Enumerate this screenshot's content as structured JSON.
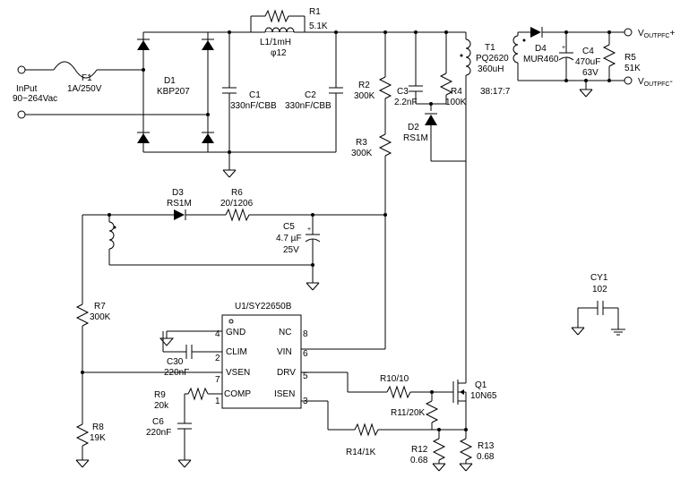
{
  "input": {
    "label": "InPut",
    "range": "90~264Vac"
  },
  "fuse": {
    "ref": "F1",
    "value": "1A/250V"
  },
  "bridge": {
    "ref": "D1",
    "value": "KBP207"
  },
  "r1": {
    "ref": "R1",
    "value": "5.1K"
  },
  "l1": {
    "ref": "L1/1mH",
    "value": "φ12"
  },
  "c1": {
    "ref": "C1",
    "value": "330nF/CBB"
  },
  "c2": {
    "ref": "C2",
    "value": "330nF/CBB"
  },
  "r2": {
    "ref": "R2",
    "value": "300K"
  },
  "r3": {
    "ref": "R3",
    "value": "300K"
  },
  "c3": {
    "ref": "C3",
    "value": "2.2nF"
  },
  "r4": {
    "ref": "R4",
    "value": "100K"
  },
  "d2": {
    "ref": "D2",
    "value": "RS1M"
  },
  "t1": {
    "ref": "T1",
    "core": "PQ2620",
    "inductance": "360uH",
    "ratio": "38:17:7"
  },
  "d4": {
    "ref": "D4",
    "value": "MUR460"
  },
  "c4": {
    "ref": "C4",
    "value": "470uF",
    "voltage": "63V"
  },
  "r5": {
    "ref": "R5",
    "value": "51K"
  },
  "vout_pos": {
    "main": "V",
    "sub": "OUTPFC",
    "sign": "+"
  },
  "vout_neg": {
    "main": "V",
    "sub": "OUTPFC",
    "sign": "-"
  },
  "d3": {
    "ref": "D3",
    "value": "RS1M"
  },
  "r6": {
    "ref": "R6",
    "value": "20/1206"
  },
  "c5": {
    "ref": "C5",
    "value": "4.7 µF",
    "voltage": "25V"
  },
  "r7": {
    "ref": "R7",
    "value": "300K"
  },
  "r8": {
    "ref": "R8",
    "value": "19K"
  },
  "cy1": {
    "ref": "CY1",
    "value": "102"
  },
  "ic": {
    "ref": "U1/SY22650B",
    "pins": [
      {
        "name": "GND",
        "num": "4"
      },
      {
        "name": "CLIM",
        "num": "2"
      },
      {
        "name": "VSEN",
        "num": "7"
      },
      {
        "name": "COMP",
        "num": "1"
      },
      {
        "name": "NC",
        "num": "8"
      },
      {
        "name": "VIN",
        "num": "6"
      },
      {
        "name": "DRV",
        "num": "5"
      },
      {
        "name": "ISEN",
        "num": "3"
      }
    ]
  },
  "c30": {
    "ref": "C30",
    "value": "220nF"
  },
  "r9": {
    "ref": "R9",
    "value": "20k"
  },
  "c6": {
    "ref": "C6",
    "value": "220nF"
  },
  "r10": {
    "label": "R10/10"
  },
  "r11": {
    "label": "R11/20K"
  },
  "q1": {
    "ref": "Q1",
    "value": "10N65"
  },
  "r14": {
    "label": "R14/1K"
  },
  "r12": {
    "ref": "R12",
    "value": "0.68"
  },
  "r13": {
    "ref": "R13",
    "value": "0.68"
  }
}
